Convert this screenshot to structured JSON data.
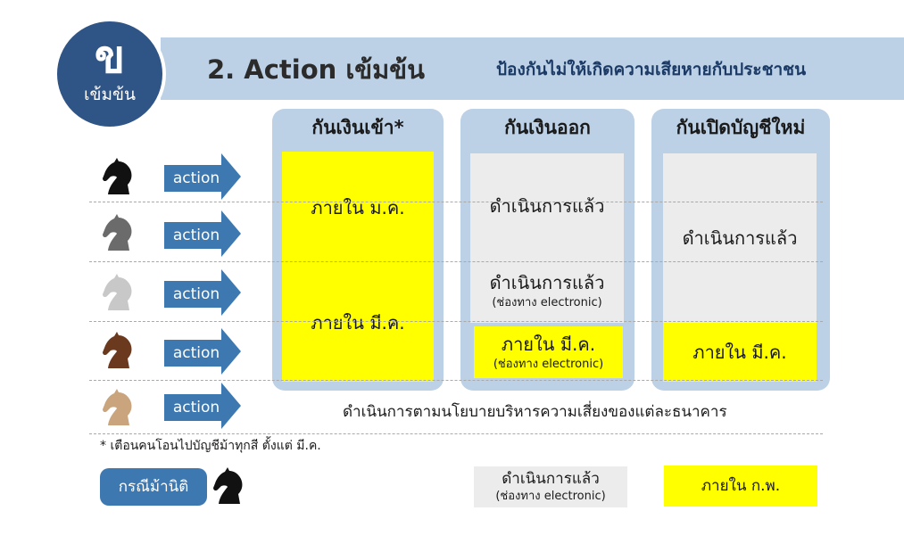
{
  "badge": {
    "letter": "ข",
    "label": "เข้มข้น"
  },
  "header": {
    "title": "2. Action เข้มข้น",
    "subtitle": "ป้องกันไม่ให้เกิดความเสียหายกับประชาชน"
  },
  "columns": [
    {
      "heading": "กันเงินเข้า*"
    },
    {
      "heading": "กันเงินออก"
    },
    {
      "heading": "กันเปิดบัญชีใหม่"
    }
  ],
  "cells": {
    "col1_top": "ภายใน ม.ค.",
    "col1_bottom": "ภายใน มี.ค.",
    "col2_top": "ดำเนินการแล้ว",
    "col2_mid_main": "ดำเนินการแล้ว",
    "col2_mid_sub": "(ช่องทาง electronic)",
    "col2_bottom_main": "ภายใน มี.ค.",
    "col2_bottom_sub": "(ช่องทาง electronic)",
    "col3_top": "ดำเนินการแล้ว",
    "col3_bottom": "ภายใน มี.ค."
  },
  "rows": [
    {
      "action_label": "action",
      "horse_color": "#111111"
    },
    {
      "action_label": "action",
      "horse_color": "#6b6b6b"
    },
    {
      "action_label": "action",
      "horse_color": "#c8c8c8"
    },
    {
      "action_label": "action",
      "horse_color": "#6b3a1e"
    },
    {
      "action_label": "action",
      "horse_color": "#c9a47c"
    }
  ],
  "policy_text": "ดำเนินการตามนโยบายบริหารความเสี่ยงของแต่ละธนาคาร",
  "footnote": "* เตือนคนโอนไปบัญชีม้าทุกสี ตั้งแต่ มี.ค.",
  "legend": {
    "special_button": "กรณีม้านิติ",
    "special_horse_color": "#111111",
    "grey_main": "ดำเนินการแล้ว",
    "grey_sub": "(ช่องทาง electronic)",
    "yellow_text": "ภายใน ก.พ."
  },
  "colors": {
    "accent_blue": "#3d78b0",
    "badge_navy": "#2f5486",
    "panel_blue": "#bcd0e6",
    "highlight_yellow": "#ffff00",
    "done_grey": "#ececec"
  }
}
